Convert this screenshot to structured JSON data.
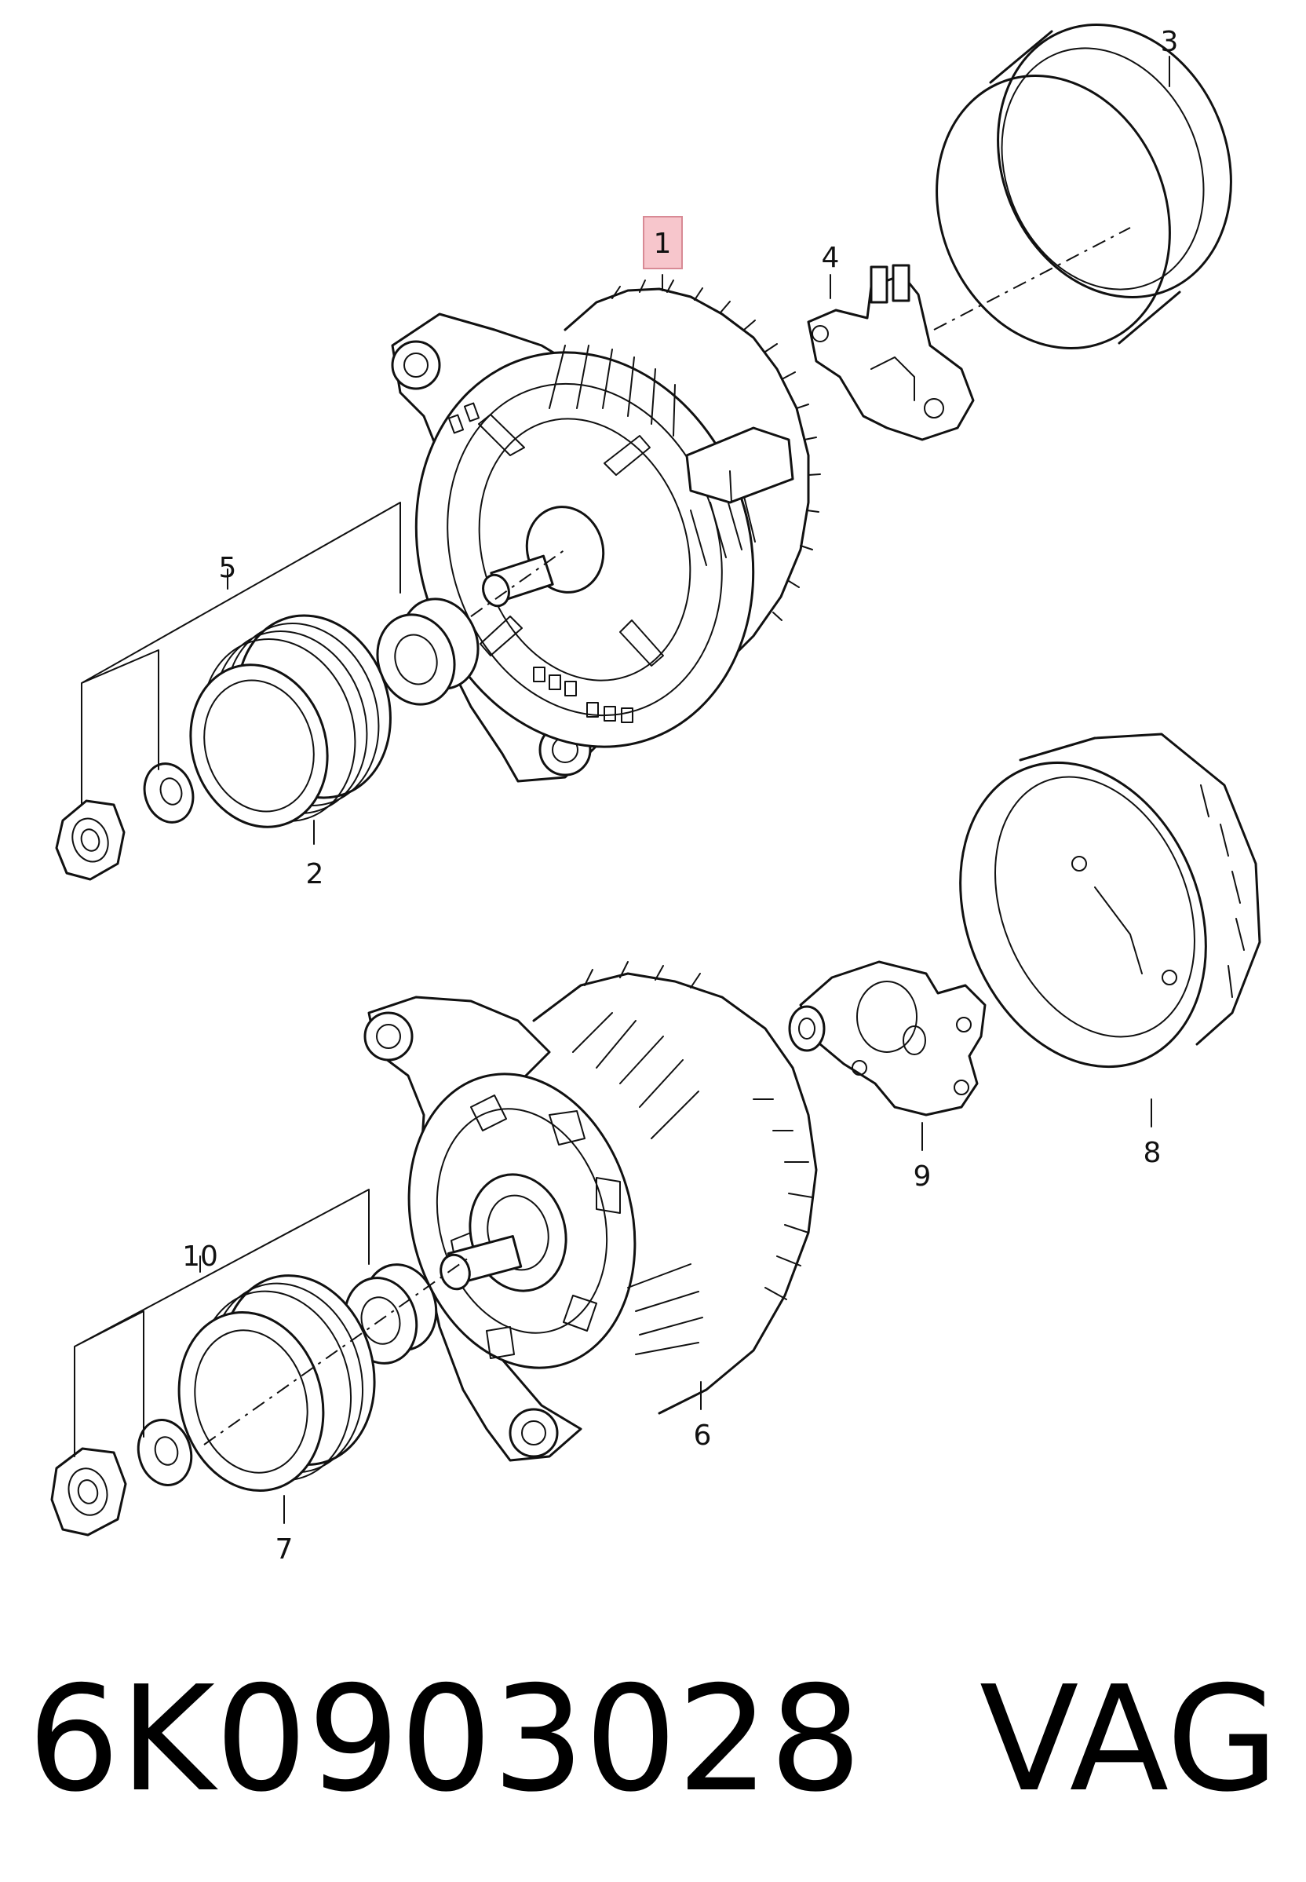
{
  "callouts": {
    "c1": "1",
    "c2": "2",
    "c3": "3",
    "c4": "4",
    "c5": "5",
    "c6": "6",
    "c7": "7",
    "c8": "8",
    "c9": "9",
    "c10": "10"
  },
  "highlight_color": "#f7c6cc",
  "footer": {
    "part_number": "6K0903028",
    "brand": "VAG"
  }
}
